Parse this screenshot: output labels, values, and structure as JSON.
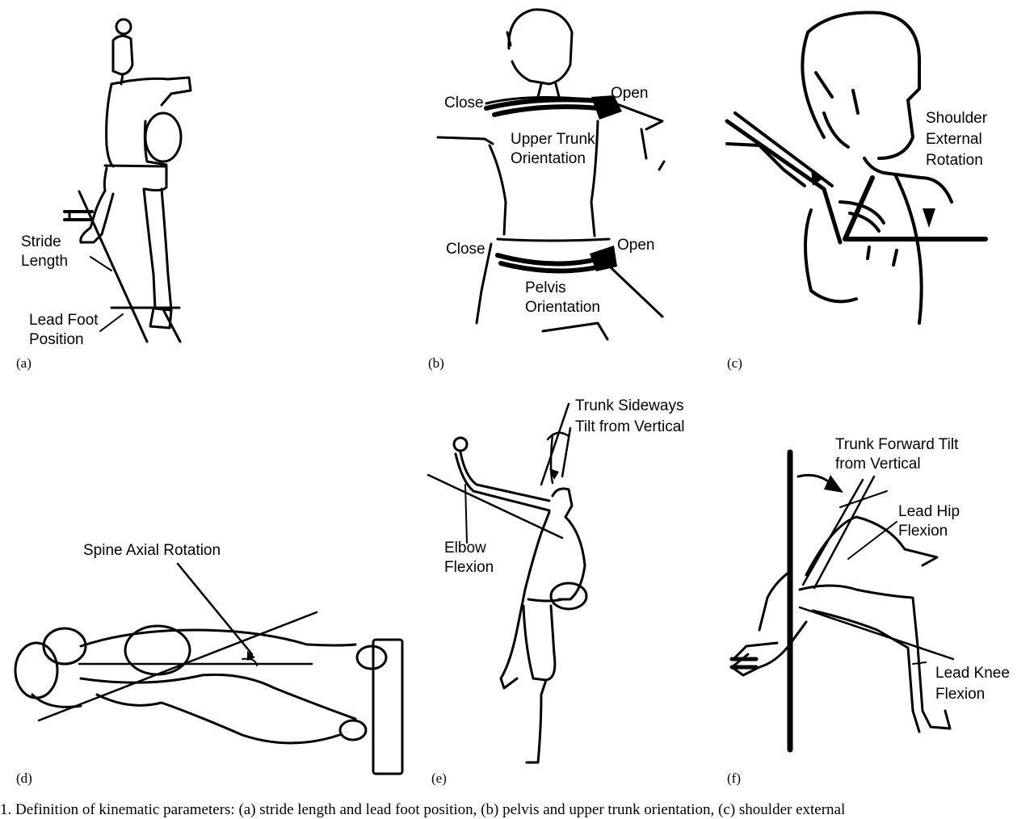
{
  "panels": {
    "a": {
      "tag": "(a)",
      "labels": {
        "stride_line1": "Stride",
        "stride_line2": "Length",
        "foot_line1": "Lead Foot",
        "foot_line2": "Position"
      }
    },
    "b": {
      "tag": "(b)",
      "labels": {
        "close_upper": "Close",
        "open_upper": "Open",
        "upper_line1": "Upper Trunk",
        "upper_line2": "Orientation",
        "close_lower": "Close",
        "open_lower": "Open",
        "pelvis_line1": "Pelvis",
        "pelvis_line2": "Orientation"
      }
    },
    "c": {
      "tag": "(c)",
      "labels": {
        "line1": "Shoulder",
        "line2": "External",
        "line3": "Rotation"
      }
    },
    "d": {
      "tag": "(d)",
      "labels": {
        "spine": "Spine Axial Rotation"
      }
    },
    "e": {
      "tag": "(e)",
      "labels": {
        "trunk_line1": "Trunk Sideways",
        "trunk_line2": "Tilt from Vertical",
        "elbow_line1": "Elbow",
        "elbow_line2": "Flexion"
      }
    },
    "f": {
      "tag": "(f)",
      "labels": {
        "trunk_line1": "Trunk Forward Tilt",
        "trunk_line2": "from Vertical",
        "hip_line1": "Lead Hip",
        "hip_line2": "Flexion",
        "knee_line1": "Lead Knee",
        "knee_line2": "Flexion"
      }
    }
  },
  "caption": "1. Definition of kinematic parameters: (a) stride length and lead foot position, (b) pelvis and upper trunk orientation, (c) shoulder external"
}
